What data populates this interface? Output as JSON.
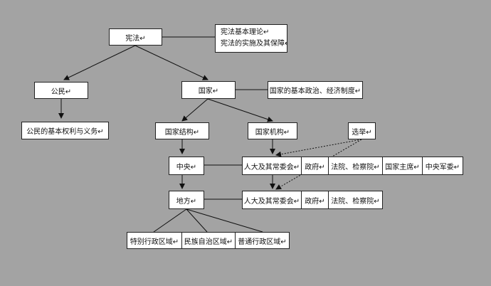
{
  "colors": {
    "background": "#a3a3a3",
    "box": "#ffffff",
    "line": "#111111"
  },
  "nodes": {
    "xianfa": "宪法↵",
    "xianfa_note": [
      "宪法基本理论↵",
      "宪法的实施及其保障↵"
    ],
    "gongmin": "公民↵",
    "gongmin_rights": "公民的基本权利与义务↵",
    "guojia": "国家↵",
    "guojia_note": "国家的基本政治、经济制度↵",
    "guojia_jiegou": "国家结构↵",
    "guojia_jigou": "国家机构↵",
    "xuanju": "选举↵",
    "zhongyang": "中央↵",
    "difang": "地方↵",
    "central_organs": [
      "人大及其常委会↵",
      "政府↵",
      "法院、检察院↵",
      "国家主席↵",
      "中央军委↵"
    ],
    "local_organs": [
      "人大及其常委会↵",
      "政府↵",
      "法院、检察院↵"
    ],
    "regions": [
      "特别行政区域↵",
      "民族自治区域↵",
      "普通行政区域↵"
    ]
  }
}
